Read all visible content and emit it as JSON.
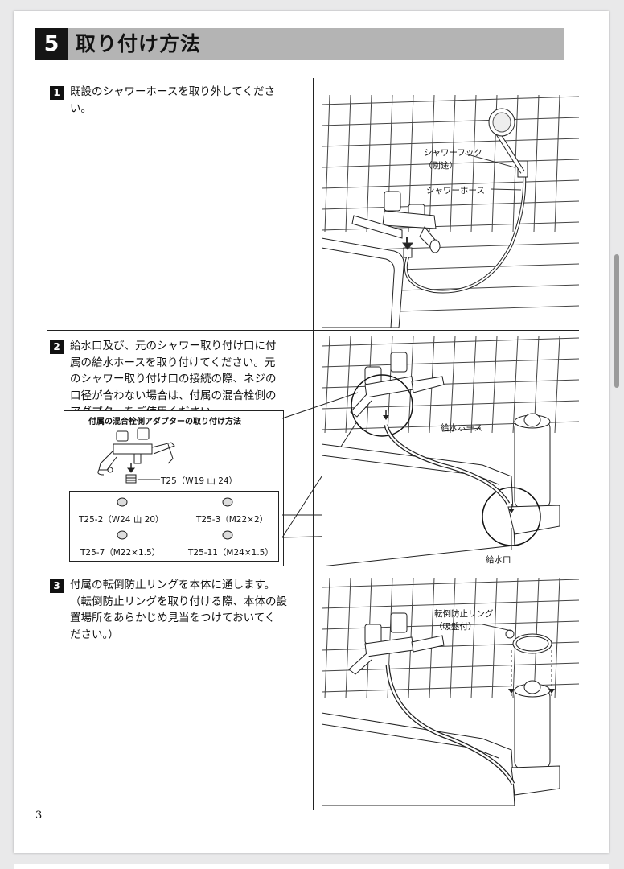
{
  "section": {
    "number": "5",
    "title": "取り付け方法"
  },
  "steps": [
    {
      "number": "1",
      "text_lines": [
        "既設のシャワーホースを取り外してくださ",
        "い。"
      ]
    },
    {
      "number": "2",
      "text_lines": [
        "給水口及び、元のシャワー取り付け口に付",
        "属の給水ホースを取り付けてください。元",
        "のシャワー取り付け口の接続の際、ネジの",
        "口径が合わない場合は、付属の混合栓側の",
        "アダプターをご使用ください。"
      ]
    },
    {
      "number": "3",
      "text_lines": [
        "付属の転倒防止リングを本体に通します。",
        "（転倒防止リングを取り付ける際、本体の設",
        "置場所をあらかじめ見当をつけておいてく",
        "ださい。）"
      ]
    }
  ],
  "figure1": {
    "hook_label": "シャワーフック",
    "hook_note": "（別途）",
    "hose_label": "シャワーホース"
  },
  "figure2": {
    "supply_hose_label": "給水ホース",
    "inlet_label": "給水口"
  },
  "figure3": {
    "ring_label": "転倒防止リング",
    "ring_note": "（吸盤付）"
  },
  "adapter_box": {
    "title": "付属の混合栓側アダプターの取り付け方法",
    "main_adapter": "T25（W19 山 24）",
    "adapters": [
      "T25-2（W24 山 20）",
      "T25-3（M22×2）",
      "T25-7（M22×1.5）",
      "T25-11（M24×1.5）"
    ]
  },
  "page_number": "3"
}
